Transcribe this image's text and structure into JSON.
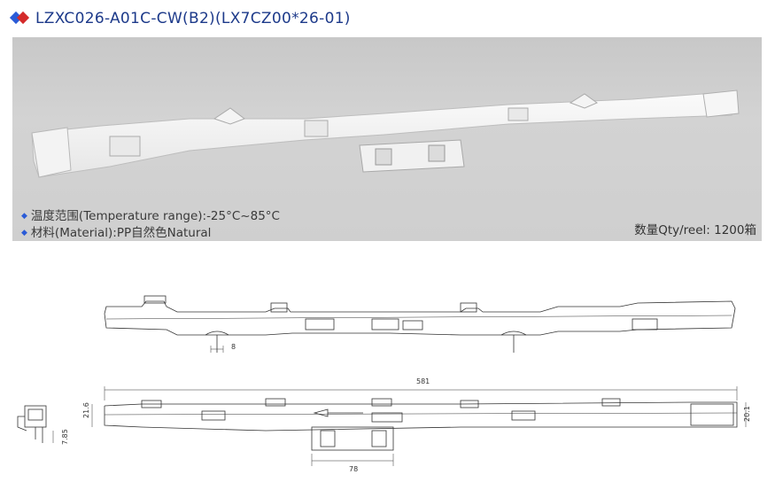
{
  "header": {
    "title": "LZXC026-A01C-CW(B2)(LX7CZ00*26-01)",
    "logo_colors": [
      "#2a5bd7",
      "#d42a2a"
    ]
  },
  "specs": {
    "temperature": "温度范围(Temperature range):-25°C~85°C",
    "material": "材料(Material):PP自然色Natural",
    "quantity": "数量Qty/reel:  1200箱"
  },
  "dimensions": {
    "d8": "8",
    "d581": "581",
    "d21_6": "21.6",
    "d20_1": "20.1",
    "d7_85": "7.85",
    "d78": "78"
  },
  "icons": {
    "bullet": "diamond-bullet-icon",
    "logo": "brand-diamond-logo-icon"
  },
  "colors": {
    "title": "#1d3a8a",
    "bullet": "#2a5bd7",
    "panel": "#cfcfcf"
  }
}
